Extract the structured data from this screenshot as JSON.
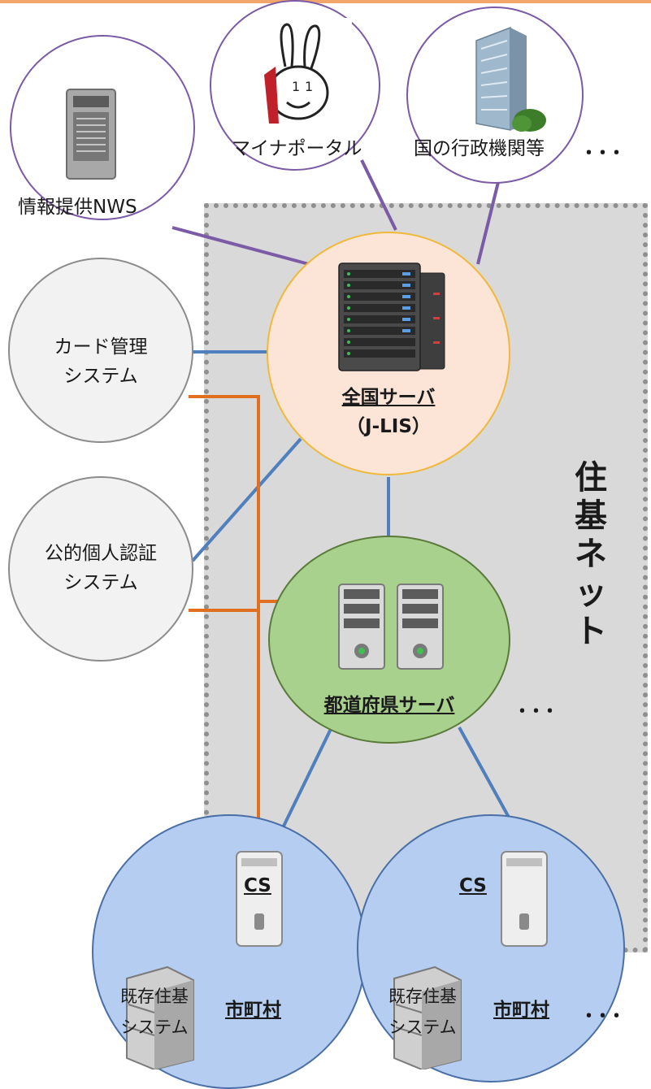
{
  "nodes": {
    "info_nws": "情報提供NWS",
    "mynaportal": "マイナポータル",
    "gov_agencies": "国の行政機関等",
    "card_mgmt_line1": "カード管理",
    "card_mgmt_line2": "システム",
    "pki_line1": "公的個人認証",
    "pki_line2": "システム",
    "national_server": "全国サーバ",
    "national_server_sub": "（J-LIS）",
    "prefecture_server": "都道府県サーバ",
    "cs_left": "CS",
    "cs_right": "CS",
    "legacy_left_line1": "既存住基",
    "legacy_left_line2": "システム",
    "legacy_right_line1": "既存住基",
    "legacy_right_line2": "システム",
    "municipality_left": "市町村",
    "municipality_right": "市町村"
  },
  "network_label": [
    "住",
    "基",
    "ネ",
    "ッ",
    "ト"
  ],
  "ellipsis": "･･･",
  "colors": {
    "purple_link": "#7b5aa6",
    "blue_link": "#4f7fbd",
    "orange_link": "#e07020",
    "national_fill": "#fce4d6",
    "prefecture_fill": "#a9d18e",
    "municipality_fill": "#b4cdf0",
    "network_region": "#d9d9d9"
  },
  "icons": [
    "server-tower-icon",
    "rabbit-mascot-icon",
    "office-building-icon",
    "server-rack-icon",
    "server-unit-icon",
    "pc-tower-icon",
    "legacy-server-icon"
  ]
}
